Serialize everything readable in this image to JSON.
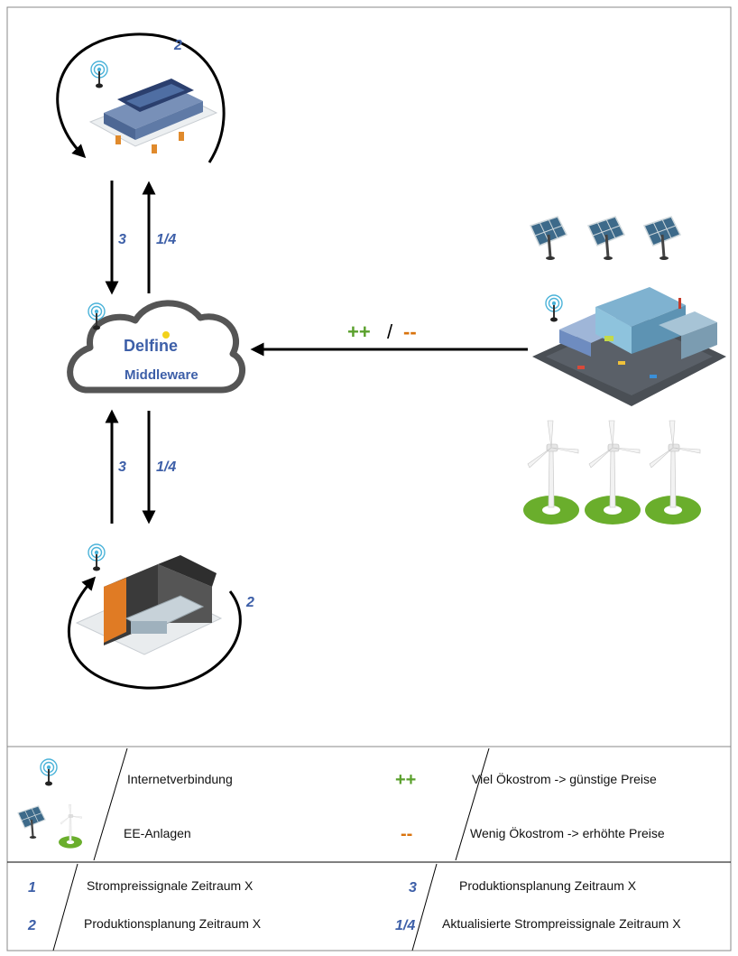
{
  "diagram": {
    "cloud": {
      "brand": "Delfine",
      "label": "Middleware"
    },
    "labels": {
      "loop_top": "2",
      "loop_bottom": "2",
      "top_down": "3",
      "top_up": "1/4",
      "bottom_up": "3",
      "bottom_down": "1/4",
      "signal_plus": "++",
      "signal_sep": "/",
      "signal_minus": "--"
    },
    "colors": {
      "number_blue": "#3d5fa8",
      "plus_green": "#5aa02c",
      "minus_orange": "#d9730d",
      "cloud_grey": "#555555"
    }
  },
  "legend": {
    "row1": {
      "text": "Internetverbindung",
      "symbol": "++",
      "desc": "Viel Ökostrom -> günstige Preise"
    },
    "row2": {
      "text": "EE-Anlagen",
      "symbol": "--",
      "desc": "Wenig Ökostrom -> erhöhte Preise"
    },
    "row3": [
      {
        "num": "1",
        "text": "Strompreissignale Zeitraum X"
      },
      {
        "num": "3",
        "text": "Produktionsplanung Zeitraum X"
      }
    ],
    "row4": [
      {
        "num": "2",
        "text": "Produktionsplanung Zeitraum X"
      },
      {
        "num": "1/4",
        "text": "Aktualisierte Strompreissignale Zeitraum X"
      }
    ]
  }
}
